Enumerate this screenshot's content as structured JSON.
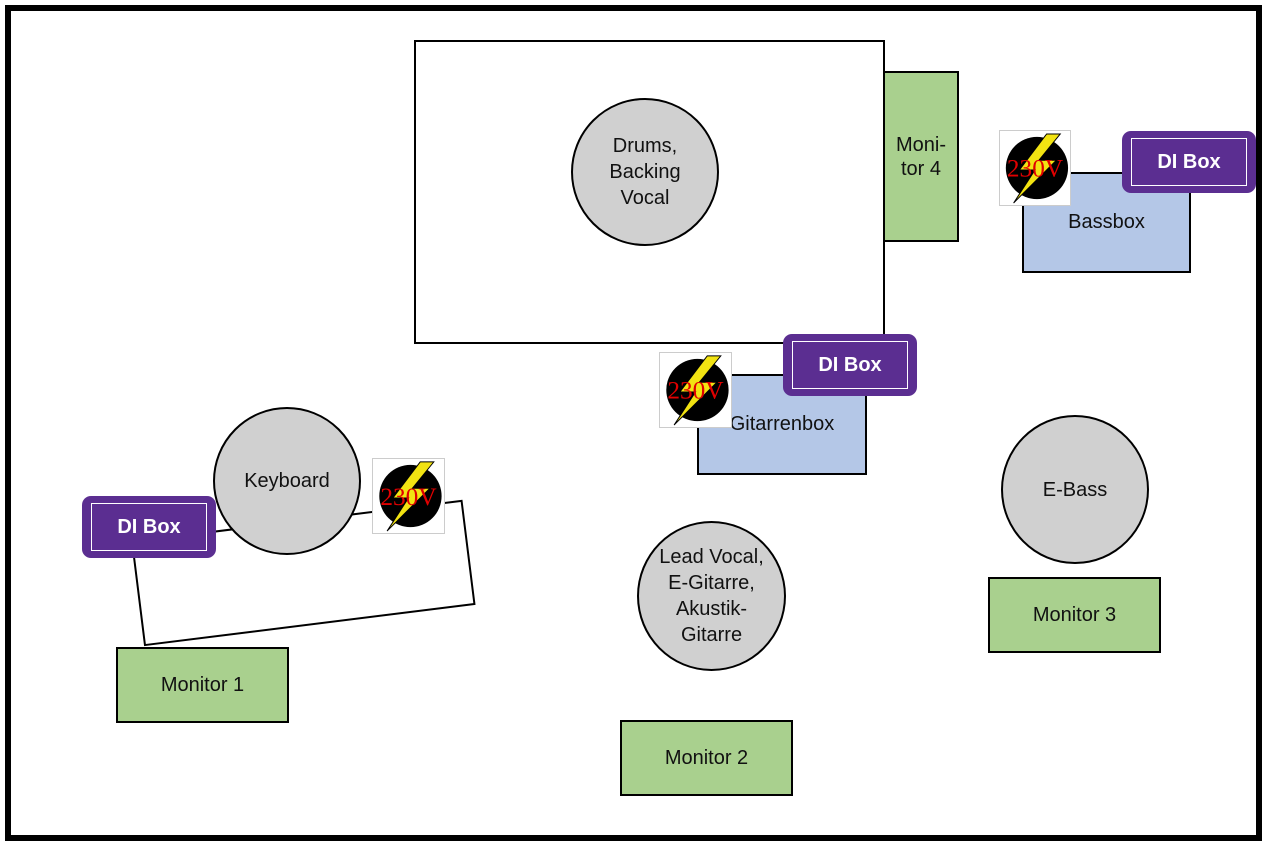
{
  "colors": {
    "monitor": "#a9d08e",
    "amp": "#b4c7e7",
    "person": "#d0d0d0",
    "dibox": "#5b2e91",
    "bolt": "#f2e312",
    "voltage_text": "#e00000"
  },
  "drum_riser": {
    "label": "Drums,\nBacking\nVocal"
  },
  "monitors": {
    "m1": "Monitor 1",
    "m2": "Monitor 2",
    "m3": "Monitor 3",
    "m4": "Moni-\ntor 4"
  },
  "amps": {
    "bass": "Bassbox",
    "guitar": "Gitarrenbox"
  },
  "musicians": {
    "keyboard": "Keyboard",
    "lead": "Lead Vocal,\nE-Gitarre,\nAkustik-\nGitarre",
    "ebass": "E-Bass"
  },
  "di_boxes": {
    "bass": "DI Box",
    "guitar": "DI Box",
    "keyboard": "DI Box"
  },
  "power": {
    "bass": "230V",
    "guitar": "230V",
    "keyboard": "230V",
    "icon": "power-outlet-icon"
  }
}
